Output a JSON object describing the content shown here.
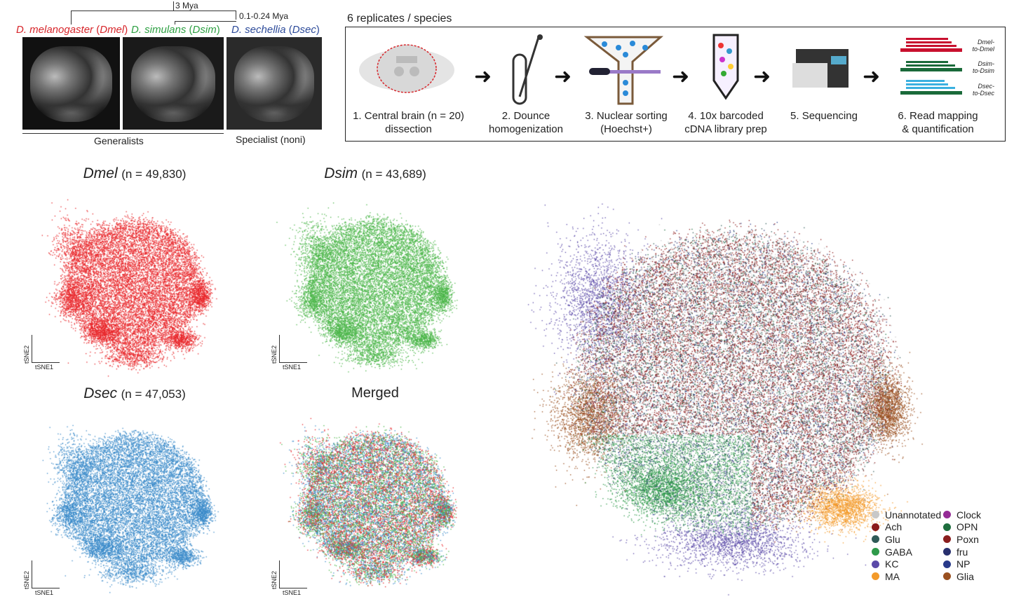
{
  "phylogeny": {
    "split1": "3 Mya",
    "split2": "0.1-0.24 Mya"
  },
  "species": [
    {
      "name": "D. melanogaster",
      "abbr": "Dmel",
      "color": "#d7262b"
    },
    {
      "name": "D. simulans",
      "abbr": "Dsim",
      "color": "#2ea043"
    },
    {
      "name": "D. sechellia",
      "abbr": "Dsec",
      "color": "#2d4b9a"
    }
  ],
  "groups": {
    "generalists": "Generalists",
    "specialist": "Specialist (noni)"
  },
  "pipeline": {
    "title": "6 replicates / species",
    "steps": [
      [
        "1. Central brain (n = 20)",
        "dissection"
      ],
      [
        "2. Dounce",
        "homogenization"
      ],
      [
        "3. Nuclear sorting",
        "(Hoechst+)"
      ],
      [
        "4. 10x barcoded",
        "cDNA library prep"
      ],
      [
        "5. Sequencing",
        ""
      ],
      [
        "6. Read mapping",
        "& quantification"
      ]
    ],
    "mapping": [
      [
        "Dmel-",
        "to-Dmel"
      ],
      [
        "Dsim-",
        "to-Dsim"
      ],
      [
        "Dsec-",
        "to-Dsec"
      ]
    ]
  },
  "panels": [
    {
      "species": "Dmel",
      "n": "(n = 49,830)",
      "color": "#e8262a"
    },
    {
      "species": "Dsim",
      "n": "(n = 43,689)",
      "color": "#4cb64a"
    },
    {
      "species": "Dsec",
      "n": "(n = 47,053)",
      "color": "#3a8ac9"
    },
    {
      "species": "Merged",
      "n": "",
      "color": "#888888"
    }
  ],
  "axes": {
    "x": "tSNE1",
    "y": "tSNE2"
  },
  "legend": [
    {
      "label": "Unannotated",
      "color": "#c8c8c8"
    },
    {
      "label": "Ach",
      "color": "#8b1a1a"
    },
    {
      "label": "Glu",
      "color": "#2f5a57"
    },
    {
      "label": "GABA",
      "color": "#2e9a4a"
    },
    {
      "label": "KC",
      "color": "#5b4aa8"
    },
    {
      "label": "MA",
      "color": "#f39a2a"
    },
    {
      "label": "Clock",
      "color": "#952c96"
    },
    {
      "label": "OPN",
      "color": "#1e6e3e"
    },
    {
      "label": "Poxn",
      "color": "#8a1e1e"
    },
    {
      "label": "fru",
      "color": "#28306e"
    },
    {
      "label": "NP",
      "color": "#283a8a"
    },
    {
      "label": "Glia",
      "color": "#9a5020"
    }
  ]
}
